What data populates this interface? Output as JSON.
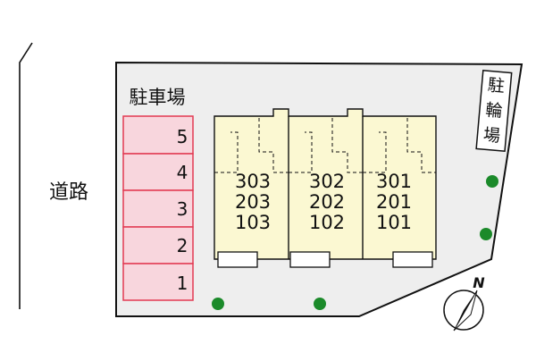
{
  "road_label": "道路",
  "parking": {
    "title": "駐車場",
    "spaces": [
      "5",
      "4",
      "3",
      "2",
      "1"
    ]
  },
  "bike_parking": {
    "label": [
      "駐",
      "輪",
      "場"
    ]
  },
  "buildings": [
    {
      "rooms": [
        "303",
        "203",
        "103"
      ]
    },
    {
      "rooms": [
        "302",
        "202",
        "102"
      ]
    },
    {
      "rooms": [
        "301",
        "201",
        "101"
      ]
    }
  ],
  "compass": {
    "north_label": "N"
  },
  "colors": {
    "lot_fill": "#eeeeee",
    "parking_fill": "#f8d6dd",
    "parking_stroke": "#e23a52",
    "building_fill": "#fbf8d2",
    "tree": "#1b8a2a"
  }
}
